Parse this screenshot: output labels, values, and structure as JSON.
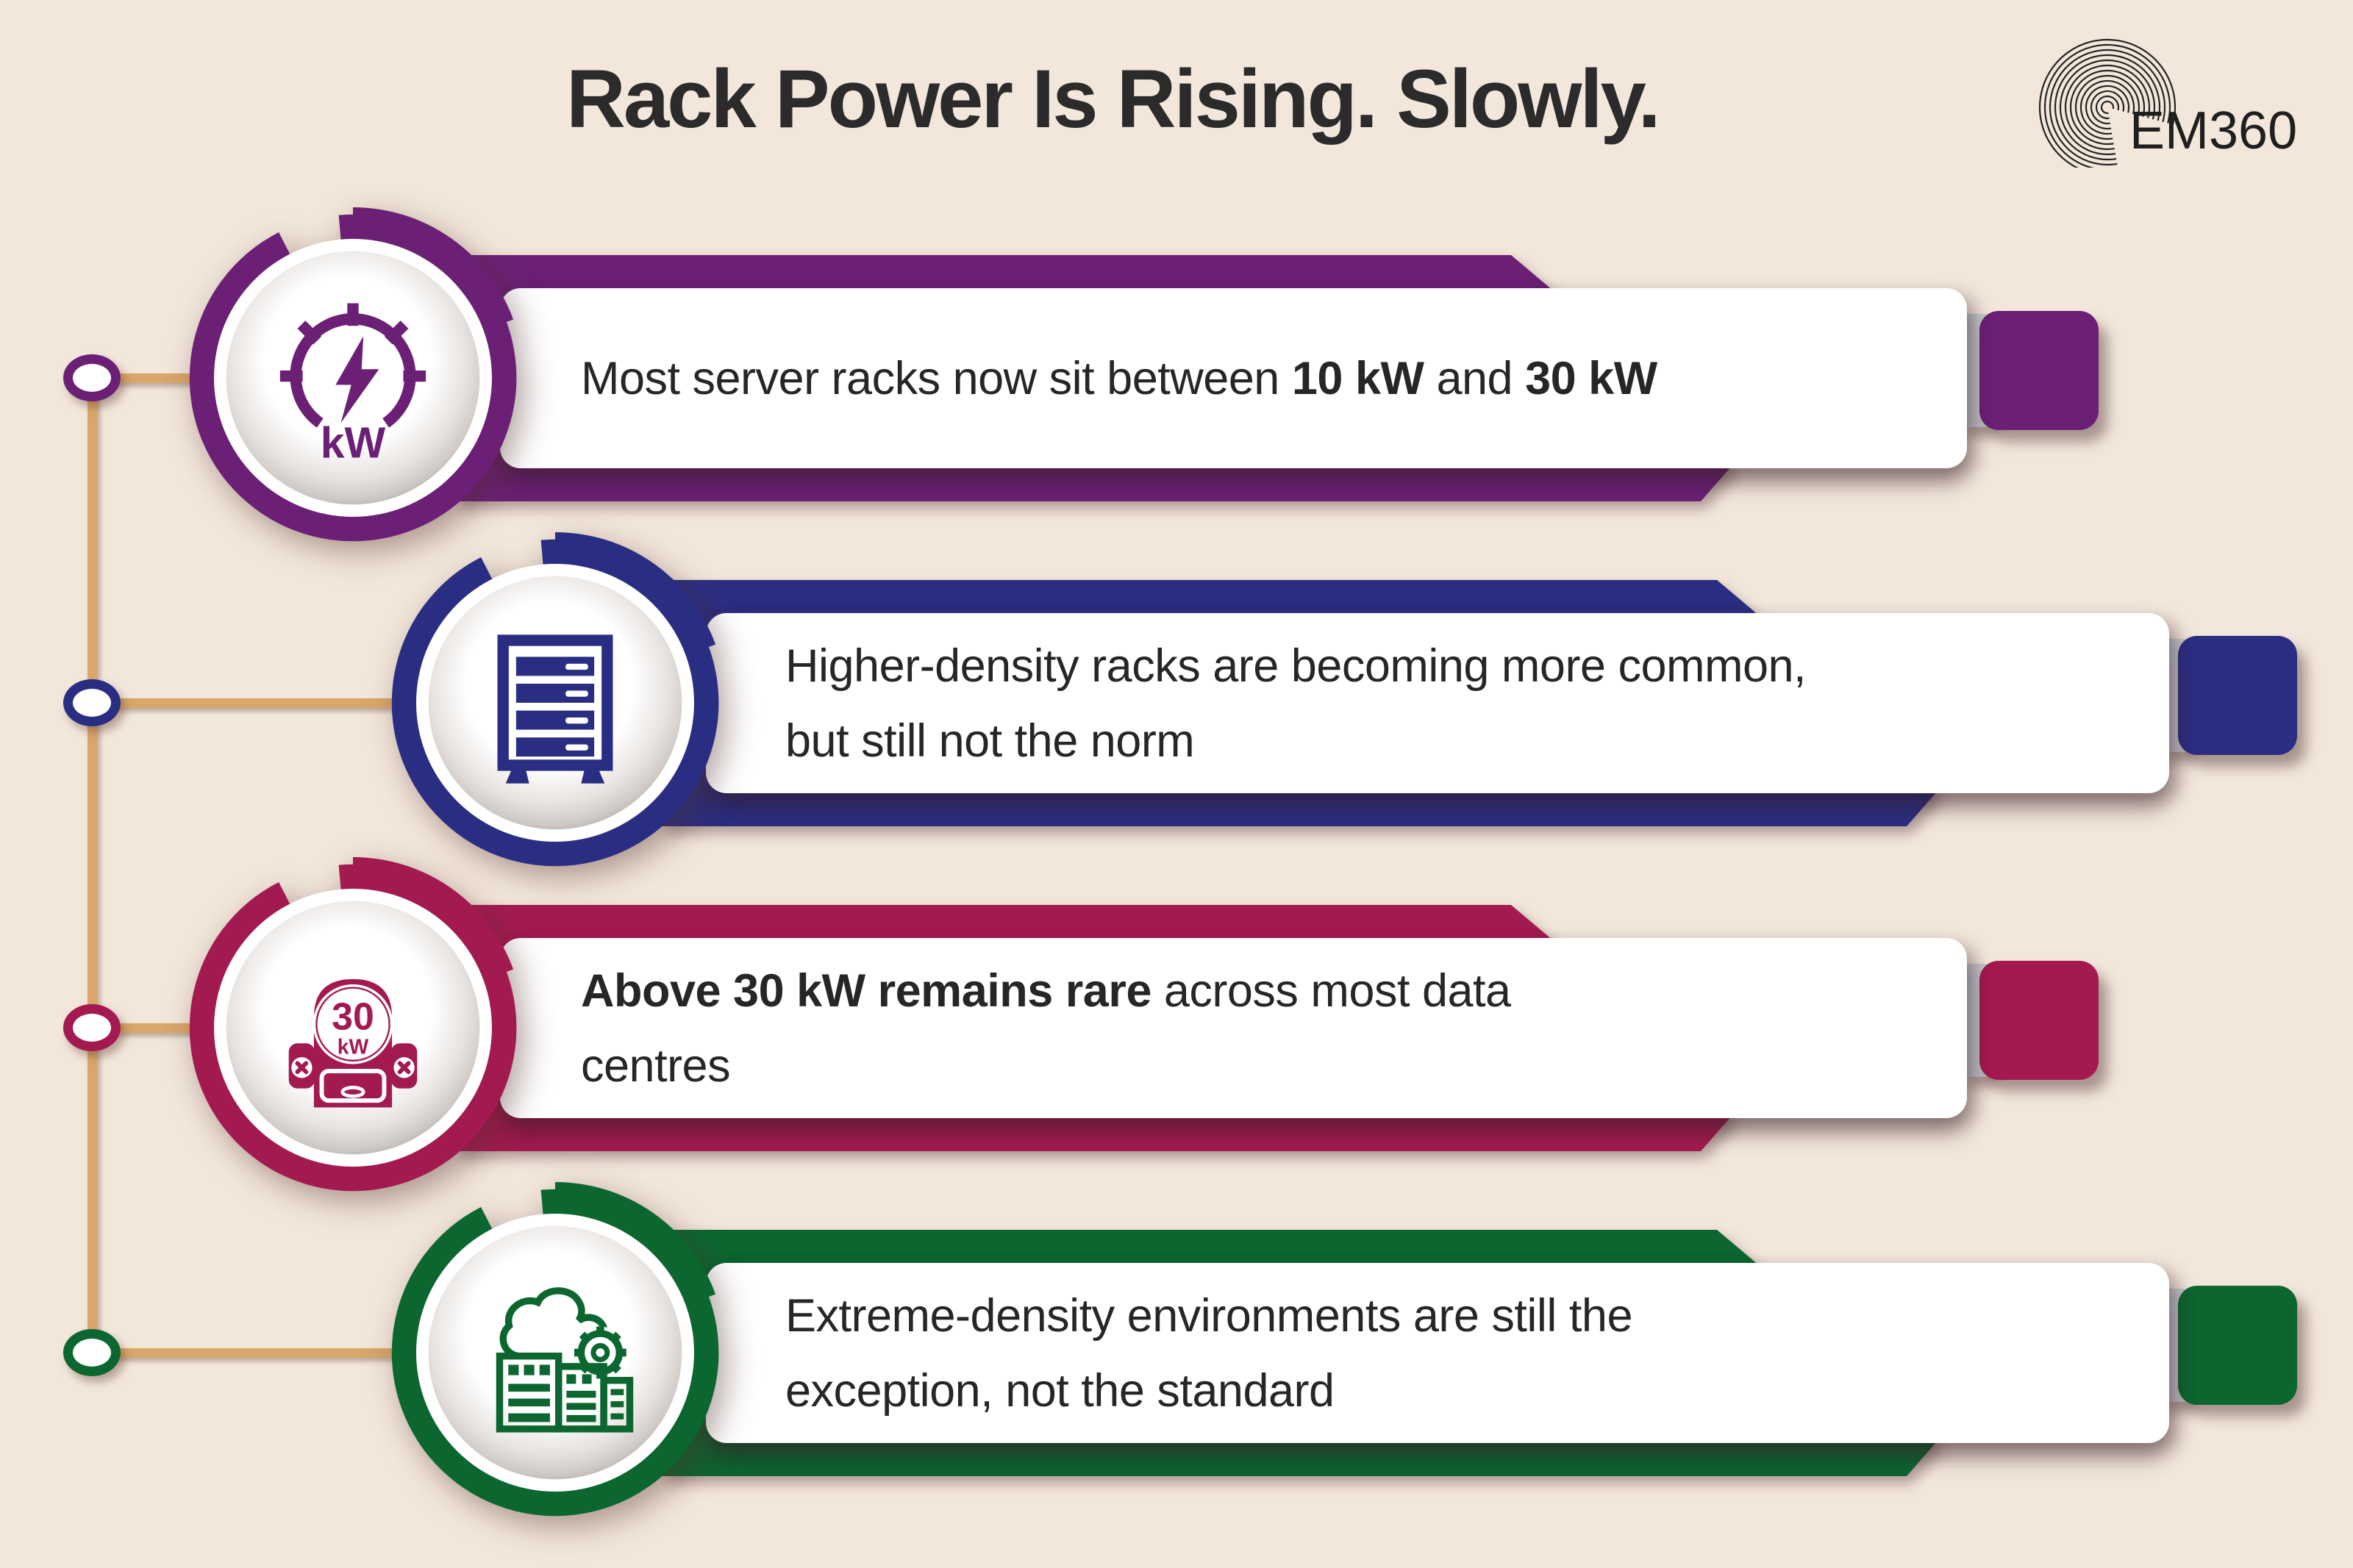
{
  "palette": {
    "purple": "#6B2076",
    "navy": "#2A2E82",
    "crimson": "#A31A51",
    "green": "#0C6630",
    "background": "#F3E7DB",
    "tan-line": "#D9A76A",
    "card-white": "#FFFFFF",
    "text-dark": "#262626",
    "edge-gray": "#C9CCD3",
    "title-dark": "#2B2B2B"
  },
  "header": {
    "title": "Rack Power Is Rising. Slowly.",
    "brand": "EM360"
  },
  "icons": {
    "row1": "gauge-kw-icon",
    "row2": "server-rack-icon",
    "row3": "power-meter-30kw-icon",
    "row4": "data-center-cloud-gear-icon",
    "gauge_label": "kW",
    "meter_value": "30",
    "meter_unit": "kW"
  },
  "rows": [
    {
      "color": "#6B2076",
      "icon": "gauge-kw-icon",
      "lines": [
        [
          {
            "t": "Most server racks now sit between ",
            "b": false
          },
          {
            "t": "10 kW",
            "b": true
          },
          {
            "t": " and ",
            "b": false
          },
          {
            "t": "30 kW",
            "b": true
          }
        ]
      ]
    },
    {
      "color": "#2A2E82",
      "icon": "server-rack-icon",
      "lines": [
        [
          {
            "t": "Higher-density racks are becoming more common,",
            "b": false
          }
        ],
        [
          {
            "t": "but still not the norm",
            "b": false
          }
        ]
      ]
    },
    {
      "color": "#A31A51",
      "icon": "power-meter-30kw-icon",
      "lines": [
        [
          {
            "t": "Above 30 kW remains rare",
            "b": true
          },
          {
            "t": " across most data",
            "b": false
          }
        ],
        [
          {
            "t": "centres",
            "b": false
          }
        ]
      ]
    },
    {
      "color": "#0C6630",
      "icon": "data-center-cloud-gear-icon",
      "lines": [
        [
          {
            "t": "Extreme-density environments are still the",
            "b": false
          }
        ],
        [
          {
            "t": "exception, not the standard",
            "b": false
          }
        ]
      ]
    }
  ]
}
